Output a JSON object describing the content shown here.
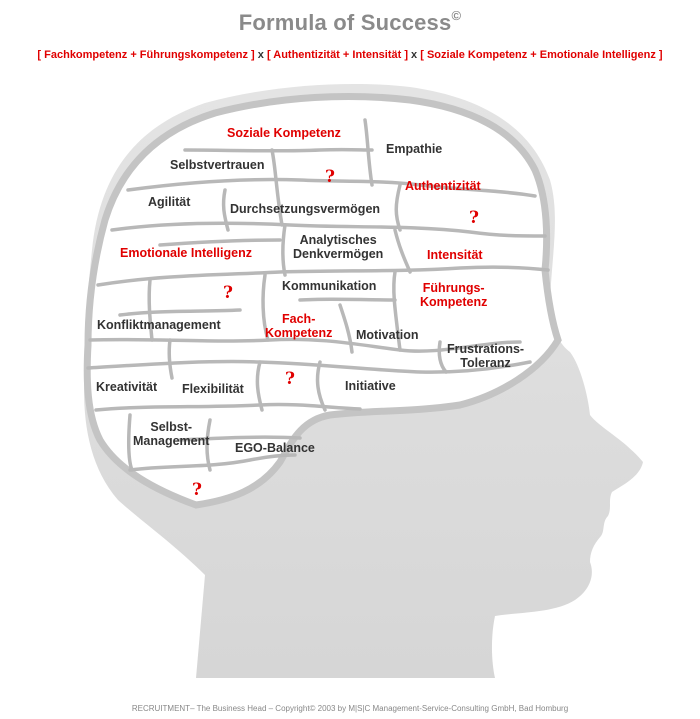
{
  "title": {
    "text": "Formula of Success",
    "mark": "©"
  },
  "formula": {
    "g1": "[ Fachkompetenz + Führungskompetenz ]",
    "op1": " x ",
    "g2": "[ Authentizität + Intensität ]",
    "op2": " x ",
    "g3": "[ Soziale Kompetenz + Emotionale Intelligenz ]"
  },
  "regions": {
    "soziale_kompetenz": "Soziale Kompetenz",
    "empathie": "Empathie",
    "selbstvertrauen": "Selbstvertrauen",
    "authentizitaet": "Authentizität",
    "agilitaet": "Agilität",
    "durchsetzungsvermoegen": "Durchsetzungsvermögen",
    "analytisches_1": "Analytisches",
    "analytisches_2": "Denkvermögen",
    "emotionale_intelligenz": "Emotionale Intelligenz",
    "intensitaet": "Intensität",
    "kommunikation": "Kommunikation",
    "fuehrungs_1": "Führungs-",
    "fuehrungs_2": "Kompetenz",
    "konfliktmanagement": "Konfliktmanagement",
    "fach_1": "Fach-",
    "fach_2": "Kompetenz",
    "motivation": "Motivation",
    "frustrations_1": "Frustrations-",
    "frustrations_2": "Toleranz",
    "kreativitaet": "Kreativität",
    "flexibilitaet": "Flexibilität",
    "initiative": "Initiative",
    "selbst_1": "Selbst-",
    "selbst_2": "Management",
    "ego_balance": "EGO-Balance"
  },
  "question_mark": "?",
  "footer": "RECRUITMENT– The Business Head – Copyright© 2003 by M|S|C Management-Service-Consulting GmbH, Bad Homburg",
  "colors": {
    "accent_red": "#e00000",
    "label_text": "#333333",
    "title_gray": "#8a8a8a",
    "head_gray": "#dcdcdc",
    "brain_outline": "#c4c4c4"
  }
}
